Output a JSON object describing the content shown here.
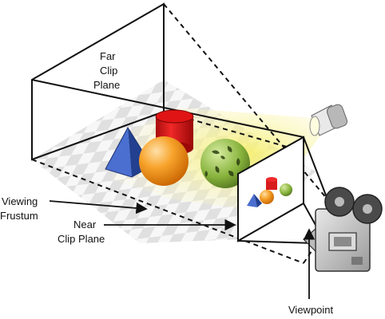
{
  "labels": {
    "far_line1": "Far",
    "far_line2": "Clip",
    "far_line3": "Plane",
    "frustum_line1": "Viewing",
    "frustum_line2": "Frustum",
    "near_line1": "Near",
    "near_line2": "Clip Plane",
    "viewpoint": "Viewpoint"
  },
  "objects": {
    "pyramid": "blue-pyramid",
    "cylinder": "red-cylinder",
    "sphere": "orange-sphere",
    "textured_sphere": "green-textured-sphere",
    "spotlight": "spotlight-icon",
    "camera": "movie-camera-icon"
  },
  "colors": {
    "pyramid": "#3b5fc0",
    "cylinder": "#d81c1c",
    "sphere": "#f59a1c",
    "textured_sphere": "#7fa83a",
    "light_beam": "#f3ec7a",
    "floor_check": "#dcdcdc",
    "lines": "#111111"
  }
}
